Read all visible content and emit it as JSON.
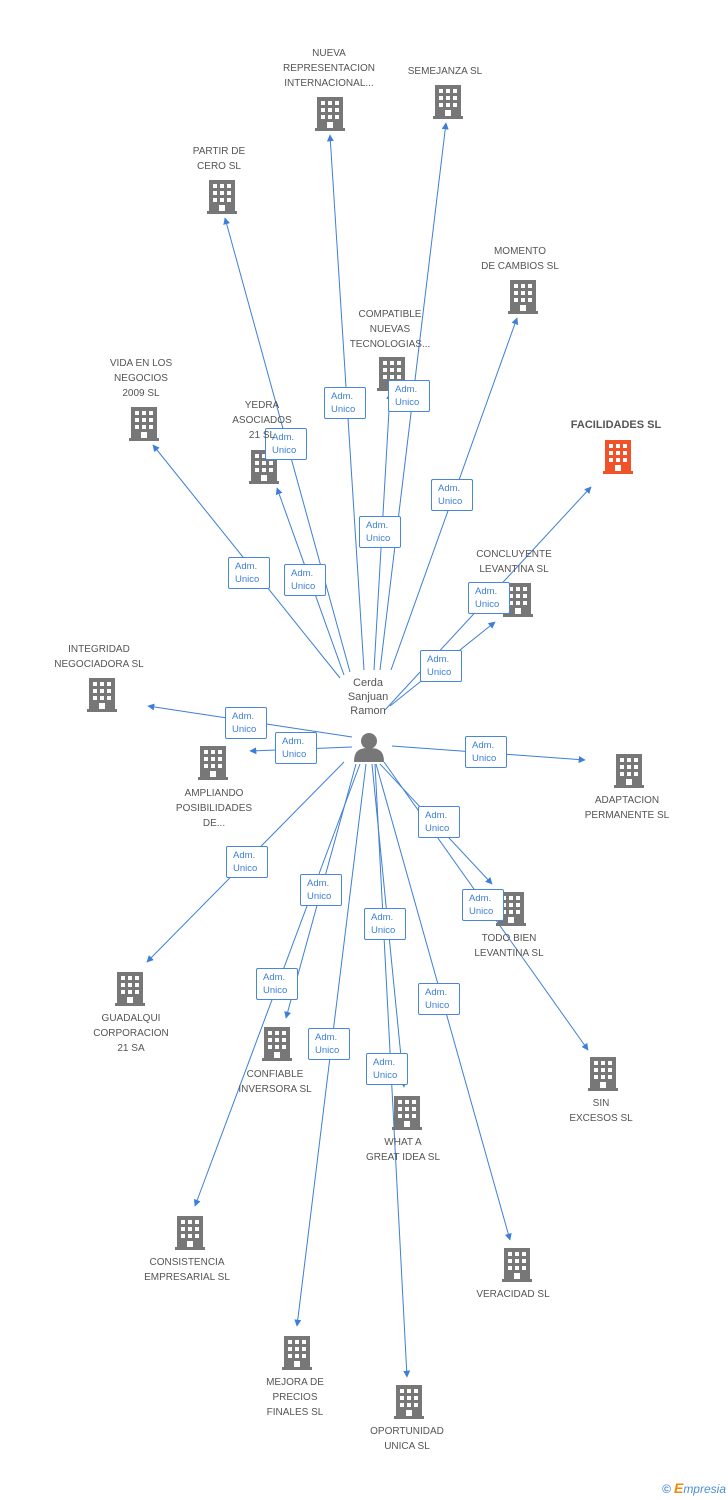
{
  "center": {
    "name_lines": [
      "Cerda",
      "Sanjuan",
      "Ramon"
    ]
  },
  "relation": {
    "line1": "Adm.",
    "line2": "Unico"
  },
  "footer": {
    "copyright": "©",
    "brand_initial": "E",
    "brand_rest": "mpresia"
  },
  "colors": {
    "edge": "#3d7fd6",
    "building": "#777777",
    "highlight": "#f0532a",
    "badge_text": "#3d7fd6"
  },
  "companies": [
    {
      "id": "nueva",
      "lines": [
        "NUEVA",
        "REPRESENTACION",
        "INTERNACIONAL..."
      ]
    },
    {
      "id": "semejanza",
      "lines": [
        "SEMEJANZA SL"
      ]
    },
    {
      "id": "partir",
      "lines": [
        "PARTIR DE",
        "CERO SL"
      ]
    },
    {
      "id": "momento",
      "lines": [
        "MOMENTO",
        "DE CAMBIOS SL"
      ]
    },
    {
      "id": "compatible",
      "lines": [
        "COMPATIBLE",
        "NUEVAS",
        "TECNOLOGIAS..."
      ]
    },
    {
      "id": "vida",
      "lines": [
        "VIDA EN LOS",
        "NEGOCIOS",
        "2009 SL"
      ]
    },
    {
      "id": "yedra",
      "lines": [
        "YEDRA",
        "ASOCIADOS",
        "21 SL"
      ]
    },
    {
      "id": "facilidades",
      "lines": [
        "FACILIDADES SL"
      ],
      "highlight": true
    },
    {
      "id": "concluyente",
      "lines": [
        "CONCLUYENTE",
        "LEVANTINA SL"
      ]
    },
    {
      "id": "integridad",
      "lines": [
        "INTEGRIDAD",
        "NEGOCIADORA SL"
      ]
    },
    {
      "id": "ampliando",
      "lines": [
        "AMPLIANDO",
        "POSIBILIDADES",
        "DE..."
      ]
    },
    {
      "id": "adaptacion",
      "lines": [
        "ADAPTACION",
        "PERMANENTE SL"
      ]
    },
    {
      "id": "todobien",
      "lines": [
        "TODO BIEN",
        "LEVANTINA SL"
      ]
    },
    {
      "id": "guadalqui",
      "lines": [
        "GUADALQUI",
        "CORPORACION",
        "21 SA"
      ]
    },
    {
      "id": "sin",
      "lines": [
        "SIN",
        "EXCESOS SL"
      ]
    },
    {
      "id": "confiable",
      "lines": [
        "CONFIABLE",
        "INVERSORA SL"
      ]
    },
    {
      "id": "whatagreat",
      "lines": [
        "WHAT A",
        "GREAT IDEA SL"
      ]
    },
    {
      "id": "consistencia",
      "lines": [
        "CONSISTENCIA",
        "EMPRESARIAL SL"
      ]
    },
    {
      "id": "veracidad",
      "lines": [
        "VERACIDAD SL"
      ]
    },
    {
      "id": "mejora",
      "lines": [
        "MEJORA DE",
        "PRECIOS",
        "FINALES SL"
      ]
    },
    {
      "id": "oportunidad",
      "lines": [
        "OPORTUNIDAD",
        "UNICA SL"
      ]
    }
  ]
}
